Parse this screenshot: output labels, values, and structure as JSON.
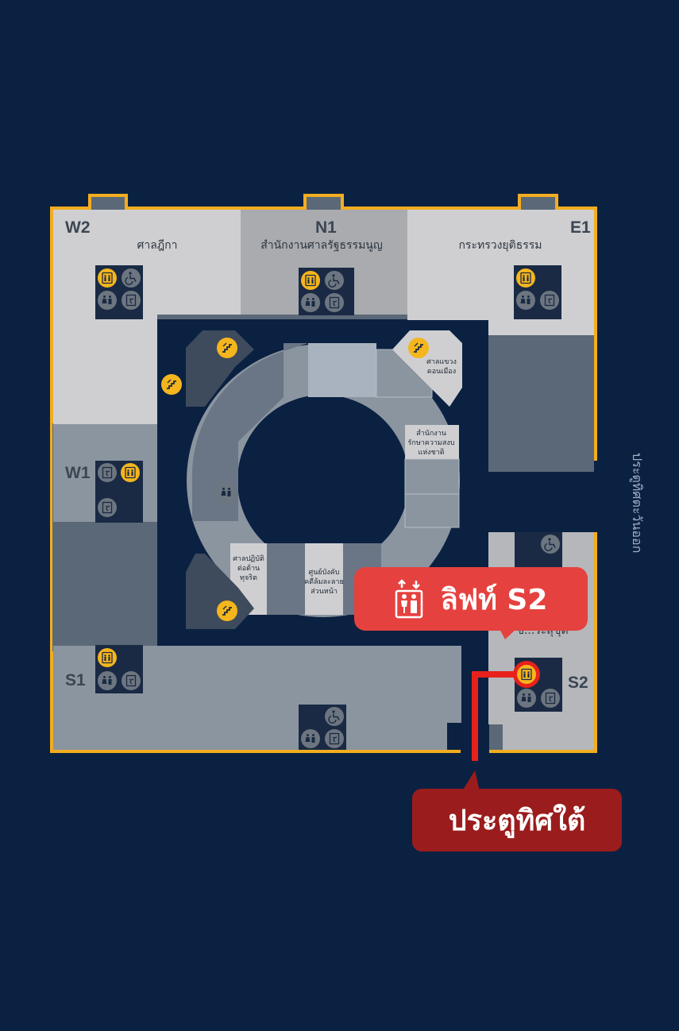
{
  "wings": {
    "w2": "W2",
    "n1": "N1",
    "e1": "E1",
    "w1": "W1",
    "s1": "S1",
    "s2": "S2"
  },
  "areas": {
    "supreme_court": "ศาลฎีกา",
    "constitutional_court_office": "สำนักงานศาลรัฐธรรมนูญ",
    "ministry_of_justice": "กระทรวงยุติธรรม",
    "district_court_line1": "ศาลแขวง",
    "district_court_line2": "ดอนเมือง",
    "nsc_line1": "สำนักงาน",
    "nsc_line2": "รักษาความสงบ",
    "nsc_line3": "แห่งชาติ",
    "anti_corruption_line1": "ศาลปฏิบัติ",
    "anti_corruption_line2": "ต่อต้าน",
    "anti_corruption_line3": "ทุจริต",
    "enforcement_line1": "ศูนย์บังคับ",
    "enforcement_line2": "คดีล้มละลาย",
    "enforcement_line3": "ส่วนหน้า",
    "s2_area_partial": "ข...ระสุขุต"
  },
  "side_label": "ประตูทิศตะวันออก",
  "callout": {
    "icon": "elevator-icon",
    "label": "ลิฟท์ S2"
  },
  "entrance": {
    "label": "ประตูทิศใต้"
  },
  "legend_icons": [
    "elevator-icon",
    "wheelchair-icon",
    "restroom-icon",
    "fire-exit-icon",
    "escalator-icon"
  ],
  "colors": {
    "background": "#0b2142",
    "outline": "#f2ad1f",
    "highlight": "#e5423f",
    "entrance": "#9b1c1c",
    "route": "#e8211c"
  }
}
